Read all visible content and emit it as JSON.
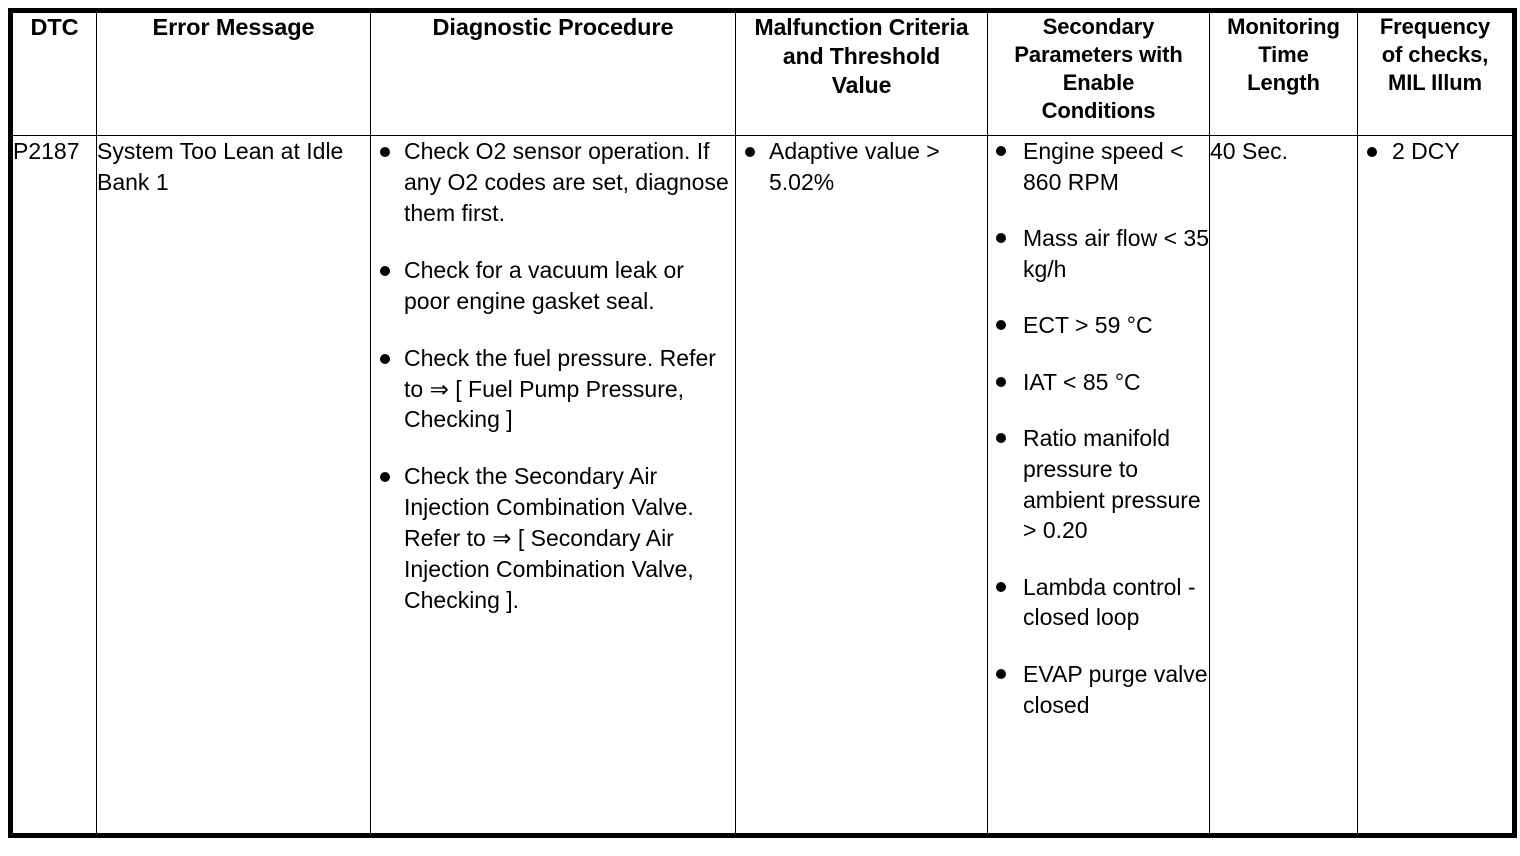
{
  "table": {
    "headers": [
      "DTC",
      "Error Message",
      "Diagnostic Procedure",
      "Malfunction Criteria and Threshold Value",
      "Secondary Parameters with Enable Conditions",
      "Monitoring Time Length",
      "Frequency of checks, MIL Illum"
    ],
    "header_lines": {
      "dtc": "DTC",
      "error_message": "Error Message",
      "diagnostic_procedure": "Diagnostic Procedure",
      "malfunction_l1": "Malfunction Criteria",
      "malfunction_l2": "and Threshold",
      "malfunction_l3": "Value",
      "secondary_l1": "Secondary",
      "secondary_l2": "Parameters with",
      "secondary_l3": "Enable",
      "secondary_l4": "Conditions",
      "monitoring_l1": "Monitoring",
      "monitoring_l2": "Time",
      "monitoring_l3": "Length",
      "frequency_l1": "Frequency",
      "frequency_l2": "of checks,",
      "frequency_l3": "MIL Illum"
    },
    "row": {
      "dtc": "P2187",
      "error_message": "System Too Lean at Idle Bank 1",
      "diagnostic_procedure": [
        "Check O2 sensor operation. If any O2 codes are set, diagnose them first.",
        "Check for a vacuum leak or poor engine gasket seal.",
        "Check the fuel pressure. Refer to ⇒ [ Fuel Pump Pressure, Checking ]",
        "Check the Secondary Air Injection Combination Valve. Refer to ⇒ [ Secondary Air Injection Combination Valve, Checking ]."
      ],
      "malfunction_criteria": [
        "Adaptive value > 5.02%"
      ],
      "secondary_parameters": [
        "Engine speed < 860 RPM",
        "Mass air flow < 35 kg/h",
        "ECT > 59 °C",
        "IAT < 85 °C",
        "Ratio manifold pressure to ambient pressure > 0.20",
        "Lambda control - closed loop",
        "EVAP purge valve closed"
      ],
      "monitoring_time_length": "40 Sec.",
      "frequency_of_checks": [
        "2 DCY"
      ]
    }
  },
  "colors": {
    "border": "#000000",
    "background": "#ffffff",
    "text": "#000000"
  }
}
